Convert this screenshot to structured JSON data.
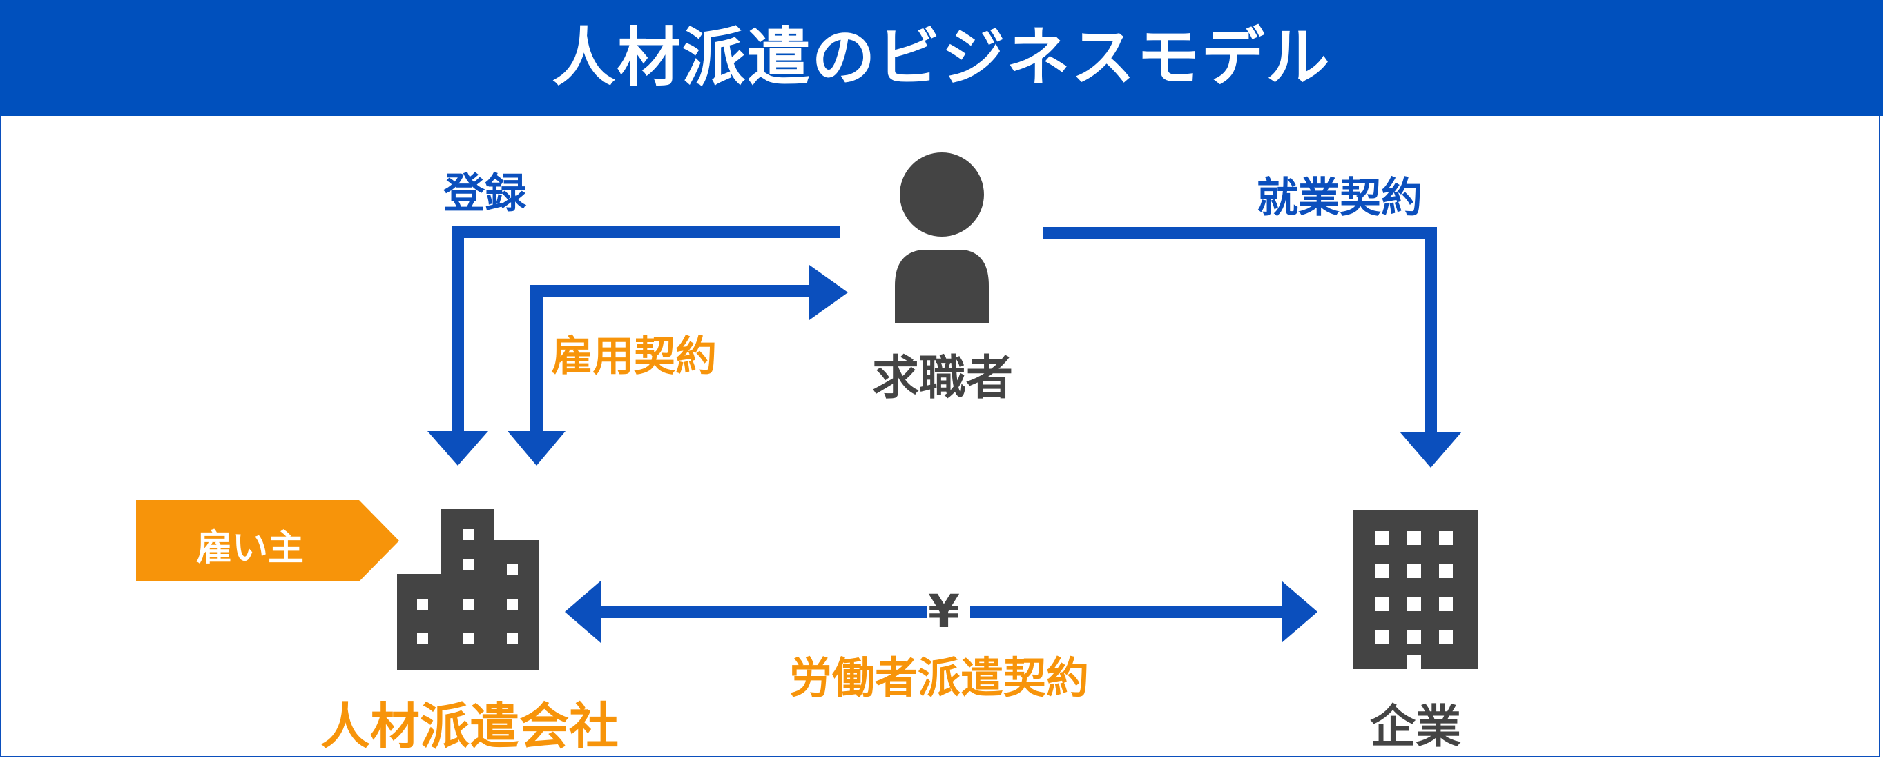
{
  "title": "人材派遣のビジネスモデル",
  "nodes": {
    "job_seeker": {
      "label": "求職者",
      "icon": "person-icon"
    },
    "staffing_agency": {
      "label": "人材派遣会社",
      "icon": "office-building-icon",
      "tag": "雇い主"
    },
    "company": {
      "label": "企業",
      "icon": "building-icon"
    }
  },
  "edges": {
    "registration": {
      "label": "登録",
      "from": "求職者",
      "to": "人材派遣会社"
    },
    "employment_contract": {
      "label": "雇用契約",
      "from": "人材派遣会社",
      "to": "求職者"
    },
    "work_contract": {
      "label": "就業契約",
      "from": "求職者",
      "to": "企業"
    },
    "dispatch_contract": {
      "label": "労働者派遣契約",
      "symbol": "¥",
      "between": [
        "人材派遣会社",
        "企業"
      ]
    }
  },
  "colors": {
    "header": "#0050bd",
    "arrow": "#0b4fbd",
    "accent": "#f7940a",
    "icon": "#444444"
  }
}
